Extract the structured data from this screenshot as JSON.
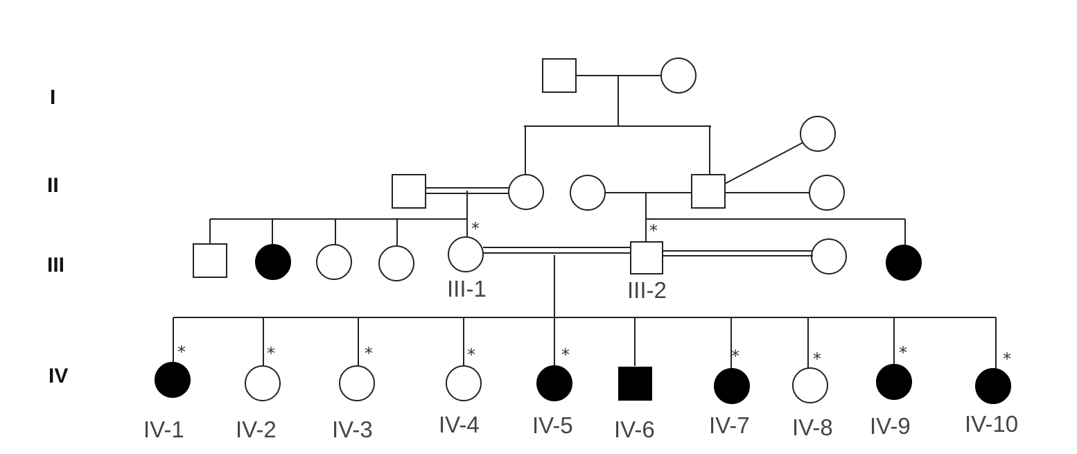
{
  "generations": {
    "g1": "I",
    "g2": "II",
    "g3": "III",
    "g4": "IV"
  },
  "individuals": {
    "iii1": {
      "label": "III-1",
      "proband_marker": "*",
      "sex": "female",
      "affected": false
    },
    "iii2": {
      "label": "III-2",
      "proband_marker": "*",
      "sex": "male",
      "affected": false
    },
    "iv1": {
      "label": "IV-1",
      "proband_marker": "*",
      "sex": "female",
      "affected": true
    },
    "iv2": {
      "label": "IV-2",
      "proband_marker": "*",
      "sex": "female",
      "affected": false
    },
    "iv3": {
      "label": "IV-3",
      "proband_marker": "*",
      "sex": "female",
      "affected": false
    },
    "iv4": {
      "label": "IV-4",
      "proband_marker": "*",
      "sex": "female",
      "affected": false
    },
    "iv5": {
      "label": "IV-5",
      "proband_marker": "*",
      "sex": "female",
      "affected": true
    },
    "iv6": {
      "label": "IV-6",
      "sex": "male",
      "affected": true
    },
    "iv7": {
      "label": "IV-7",
      "proband_marker": "*",
      "sex": "female",
      "affected": true
    },
    "iv8": {
      "label": "IV-8",
      "proband_marker": "*",
      "sex": "female",
      "affected": false
    },
    "iv9": {
      "label": "IV-9",
      "proband_marker": "*",
      "sex": "female",
      "affected": true
    },
    "iv10": {
      "label": "IV-10",
      "proband_marker": "*",
      "sex": "female",
      "affected": true
    }
  },
  "colors": {
    "line": "#222222",
    "affected": "#000000",
    "unaffected": "#ffffff",
    "label": "#444444"
  }
}
